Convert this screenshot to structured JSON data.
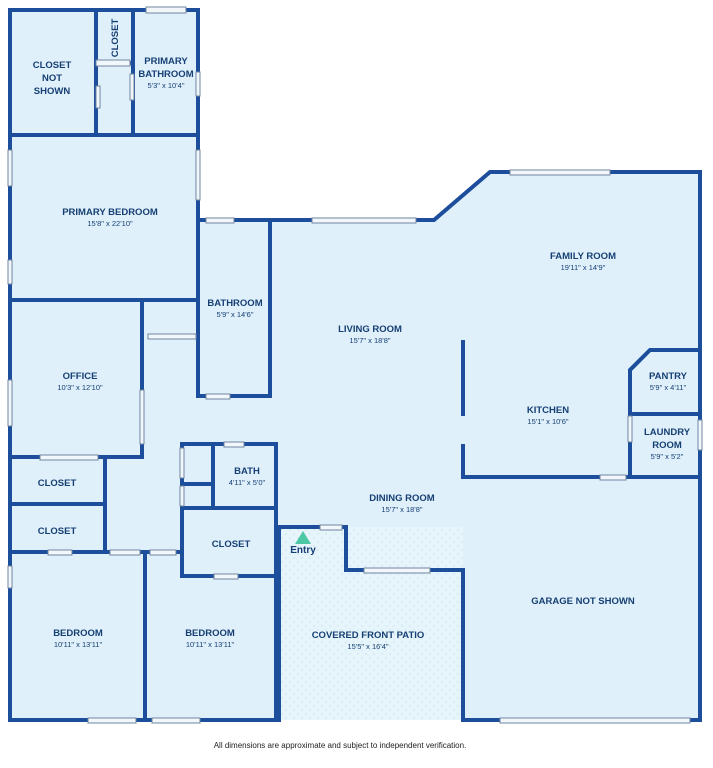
{
  "rooms": {
    "closet_not_shown": {
      "line1": "CLOSET",
      "line2": "NOT",
      "line3": "SHOWN"
    },
    "closet_vertical": {
      "name": "CLOSET"
    },
    "primary_bathroom": {
      "line1": "PRIMARY",
      "line2": "BATHROOM",
      "dims": "5'3\" x 10'4\""
    },
    "primary_bedroom": {
      "name": "PRIMARY BEDROOM",
      "dims": "15'8\" x 22'10\""
    },
    "bathroom": {
      "name": "BATHROOM",
      "dims": "5'9\" x 14'6\""
    },
    "living_room": {
      "name": "LIVING ROOM",
      "dims": "15'7\" x 18'8\""
    },
    "family_room": {
      "name": "FAMILY ROOM",
      "dims": "19'11\" x 14'9\""
    },
    "office": {
      "name": "OFFICE",
      "dims": "10'3\" x 12'10\""
    },
    "pantry": {
      "name": "PANTRY",
      "dims": "5'9\" x 4'11\""
    },
    "kitchen": {
      "name": "KITCHEN",
      "dims": "15'1\" x 10'6\""
    },
    "laundry_room": {
      "line1": "LAUNDRY",
      "line2": "ROOM",
      "dims": "5'9\" x 5'2\""
    },
    "bath": {
      "name": "BATH",
      "dims": "4'11\" x 5'0\""
    },
    "closet_1": {
      "name": "CLOSET"
    },
    "closet_2": {
      "name": "CLOSET"
    },
    "closet_3": {
      "name": "CLOSET"
    },
    "dining_room": {
      "name": "DINING ROOM",
      "dims": "15'7\" x 18'8\""
    },
    "bedroom_1": {
      "name": "BEDROOM",
      "dims": "10'11\" x 13'11\""
    },
    "bedroom_2": {
      "name": "BEDROOM",
      "dims": "10'11\" x 13'11\""
    },
    "covered_front_patio": {
      "name": "COVERED FRONT PATIO",
      "dims": "15'5\" x 16'4\""
    },
    "garage": {
      "name": "GARAGE NOT SHOWN"
    }
  },
  "entry": {
    "label": "Entry"
  },
  "footer": {
    "disclaimer": "All dimensions are approximate and subject to independent verification."
  },
  "colors": {
    "wall": "#1c4e9c",
    "floor": "#dff0fb",
    "patio": "#e6f4fb",
    "text": "#163f73",
    "entry_marker": "#4cc9a4"
  }
}
